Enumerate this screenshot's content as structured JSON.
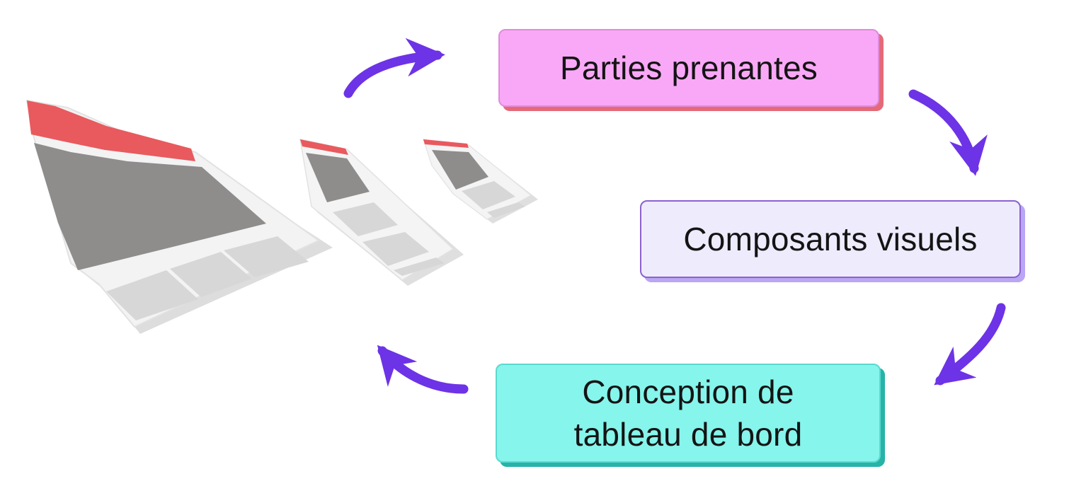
{
  "diagram": {
    "nodes": [
      {
        "id": "stakeholders",
        "label": "Parties prenantes"
      },
      {
        "id": "visual",
        "label": "Composants visuels"
      },
      {
        "id": "dashboard",
        "label_line1": "Conception de",
        "label_line2": "tableau de bord"
      }
    ],
    "colors": {
      "arrow": "#6d33e6",
      "stakeholders_fill": "#f9a8f7",
      "stakeholders_shadow": "#e46a78",
      "visual_fill": "#eeebfc",
      "visual_border": "#8a62cf",
      "dashboard_fill": "#86f5ec",
      "dashboard_shadow": "#27b3a8",
      "sheet_header": "#e85a5e",
      "sheet_block_dark": "#8f8c8c",
      "sheet_block_light": "#d7d7d7"
    },
    "icons": [
      "dashboard-sheet-large",
      "dashboard-sheet-medium",
      "dashboard-sheet-small",
      "cycle-arrows"
    ]
  }
}
